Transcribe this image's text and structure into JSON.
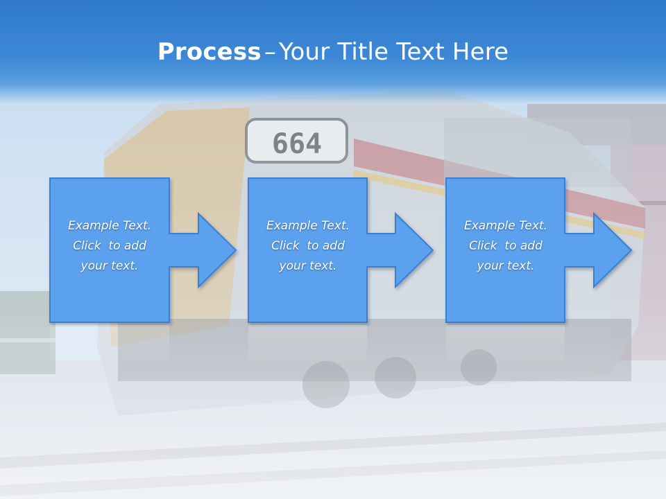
{
  "slide": {
    "title_bold": "Process",
    "title_dash": "–",
    "title_rest": "Your Title Text Here"
  },
  "background": {
    "subject": "diesel locomotive on railway tracks",
    "number_plate": "664",
    "colors": {
      "sky": "#cfe0f2",
      "ground": "#d8dfe6",
      "locomotive_body": "#c9cfd6",
      "stripe_red": "#b8555c",
      "stripe_yellow": "#e2b95a",
      "building": "#9f8f95"
    }
  },
  "process": {
    "box_color": "#5ba1ee",
    "box_border": "#3b7fd0",
    "steps": [
      {
        "line1": "Example Text.",
        "line2": "Click  to add",
        "line3": "your text."
      },
      {
        "line1": "Example Text.",
        "line2": "Click  to add",
        "line3": "your text."
      },
      {
        "line1": "Example Text.",
        "line2": "Click  to add",
        "line3": "your text."
      }
    ]
  }
}
